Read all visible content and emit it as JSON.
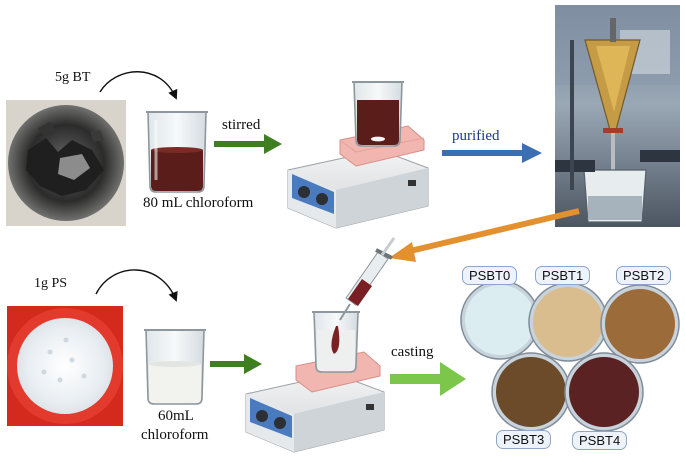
{
  "top_row": {
    "input_label": "5g BT",
    "solvent_label": "80 mL chloroform",
    "step1_label": "stirred",
    "step2_label": "purified"
  },
  "bottom_row": {
    "input_label": "1g PS",
    "solvent_label_line1": "60mL",
    "solvent_label_line2": "chloroform",
    "step_label": "casting"
  },
  "films": [
    {
      "label": "PSBT0",
      "color": "#dcedf2"
    },
    {
      "label": "PSBT1",
      "color": "#d9bd8e"
    },
    {
      "label": "PSBT2",
      "color": "#9b6b3a"
    },
    {
      "label": "PSBT3",
      "color": "#6b4b2a"
    },
    {
      "label": "PSBT4",
      "color": "#5a2222"
    }
  ],
  "colors": {
    "stirred_arrow": "#3f7f22",
    "purified_arrow": "#3b6fb4",
    "return_arrow": "#e3912f",
    "casting_arrow": "#7cc64c",
    "bottom_arrow": "#3f7f22",
    "bt_solution": "#5a1d1a",
    "ps_solution": "#f2f2ee",
    "hotplate_top": "#f2b6b1"
  },
  "icons": [
    "curved-arrow-icon",
    "beaker-icon",
    "hotplate-stirrer-icon",
    "syringe-icon",
    "separatory-funnel-photo",
    "petri-dish-icon"
  ]
}
